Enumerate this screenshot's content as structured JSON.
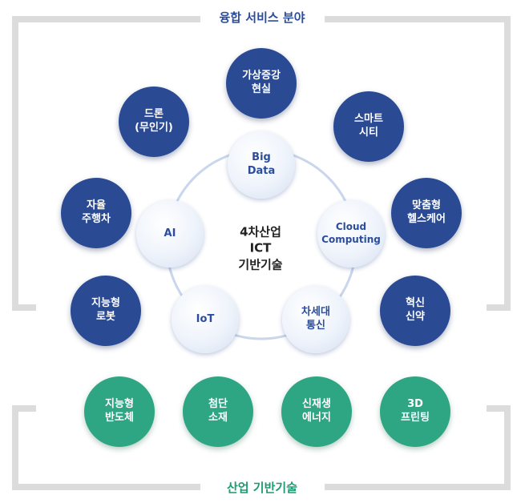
{
  "top_title": "융합 서비스 분야",
  "bottom_title": "산업 기반기술",
  "center": {
    "line1": "4차산업",
    "line2": "ICT",
    "line3": "기반기술"
  },
  "technologies": [
    {
      "lines": [
        "Big",
        "Data"
      ]
    },
    {
      "lines": [
        "Cloud",
        "Computing"
      ]
    },
    {
      "lines": [
        "차세대",
        "통신"
      ]
    },
    {
      "lines": [
        "IoT"
      ]
    },
    {
      "lines": [
        "AI"
      ]
    }
  ],
  "services": [
    {
      "lines": [
        "가상증강",
        "현실"
      ]
    },
    {
      "lines": [
        "스마트",
        "시티"
      ]
    },
    {
      "lines": [
        "맞춤형",
        "헬스케어"
      ]
    },
    {
      "lines": [
        "혁신",
        "신약"
      ]
    },
    {
      "lines": [
        "드론",
        "(무인기)"
      ]
    },
    {
      "lines": [
        "자율",
        "주행차"
      ]
    },
    {
      "lines": [
        "지능형",
        "로봇"
      ]
    }
  ],
  "industries": [
    {
      "lines": [
        "지능형",
        "반도체"
      ]
    },
    {
      "lines": [
        "첨단",
        "소재"
      ]
    },
    {
      "lines": [
        "신재생",
        "에너지"
      ]
    },
    {
      "lines": [
        "3D",
        "프린팅"
      ]
    }
  ],
  "colors": {
    "service": "#2a4a94",
    "industry": "#2ea583",
    "tech_text": "#2b4d9c",
    "frame": "#dcdcdc"
  }
}
